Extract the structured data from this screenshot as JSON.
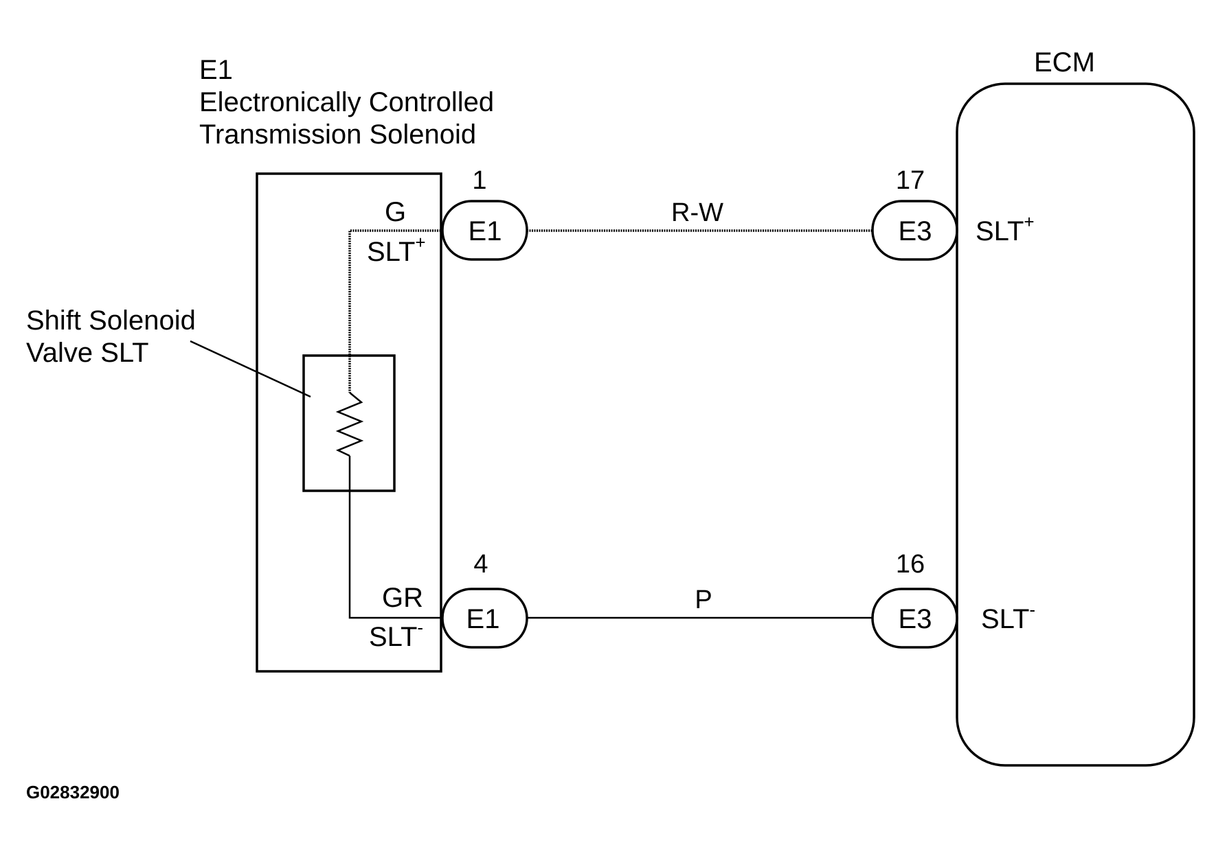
{
  "solenoid": {
    "code": "E1",
    "title_line1": "Electronically Controlled",
    "title_line2": "Transmission Solenoid"
  },
  "valve": {
    "line1": "Shift Solenoid",
    "line2": "Valve SLT"
  },
  "ecm": {
    "label": "ECM"
  },
  "top_circuit": {
    "solenoid_wire_color": "G",
    "solenoid_term": "SLT",
    "solenoid_term_sign": "+",
    "left_pin": "1",
    "left_connector": "E1",
    "wire_color": "R-W",
    "right_pin": "17",
    "right_connector": "E3",
    "ecm_term": "SLT",
    "ecm_term_sign": "+"
  },
  "bottom_circuit": {
    "solenoid_wire_color": "GR",
    "solenoid_term": "SLT",
    "solenoid_term_sign": "-",
    "left_pin": "4",
    "left_connector": "E1",
    "wire_color": "P",
    "right_pin": "16",
    "right_connector": "E3",
    "ecm_term": "SLT",
    "ecm_term_sign": "-"
  },
  "figure_id": "G02832900"
}
